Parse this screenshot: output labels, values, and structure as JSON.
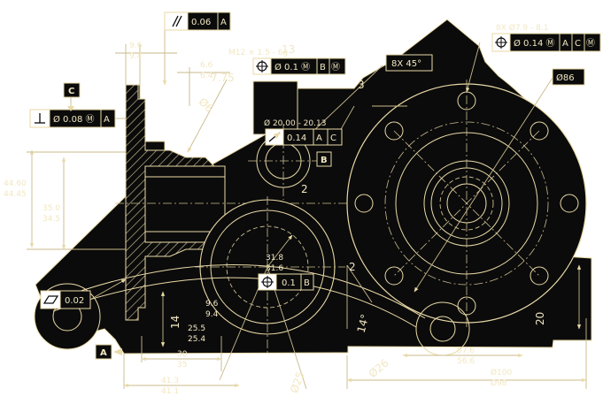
{
  "fcf": {
    "parallel": {
      "tol": "0.06",
      "datum": "A"
    },
    "position_m12": {
      "tol": "Ø 0.1 Ⓜ",
      "d1": "B",
      "d2": "Ⓜ"
    },
    "perp": {
      "tol": "Ø 0.08 Ⓜ",
      "datum": "A"
    },
    "runout": {
      "tol": "0.14",
      "d1": "A",
      "d2": "C"
    },
    "position_holes": {
      "tol": "Ø 0.14 Ⓜ",
      "d1": "A",
      "d2": "C",
      "d3": "Ⓜ"
    },
    "flatness": {
      "tol": "0.02"
    },
    "bore_position": {
      "tol": "0.1",
      "datum": "B"
    }
  },
  "datums": {
    "a": "A",
    "b": "B",
    "c": "C"
  },
  "callouts": {
    "thread": "M12 × 1.5 - 6g",
    "chamfer": "8X 45°",
    "bolt_circle": "Ø86",
    "holes": "8X  Ø7.9 - 8.1",
    "ring_dia": "Ø 20.00 - 20.13",
    "d_three": "3",
    "d_13": "13",
    "d_two": "2",
    "d_two_b": "2",
    "d_dia6": "Ø6",
    "d_dia25": "Ø25",
    "d_dia26": "Ø26",
    "d_775": "7.75",
    "d_14a": "14",
    "d_14b": "14°",
    "d_20": "20",
    "d_96": "9.6",
    "d_94": "9.4",
    "d_66": "6.6",
    "d_64": "6.4",
    "d_4460": "44.60",
    "d_4445": "44.45",
    "d_350": "35.0",
    "d_345": "34.5",
    "d_318": "31.8",
    "d_316": "31.6",
    "d_96b": "9.6",
    "d_94b": "9.4",
    "d_255": "25.5",
    "d_254": "25.4",
    "d_413": "41.3",
    "d_411": "41.1",
    "d_30": "30",
    "d_35": "35",
    "d_576": "57.6",
    "d_566": "56.6",
    "d_100": "Ø100",
    "d_98": "Ø98"
  }
}
